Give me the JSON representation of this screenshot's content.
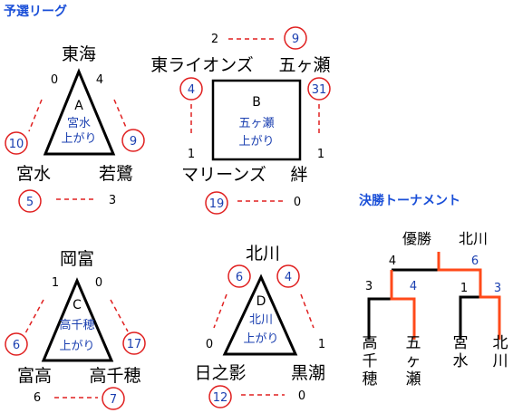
{
  "header": {
    "league_title": "予選リーグ",
    "tournament_title": "決勝トーナメント"
  },
  "colors": {
    "accent_blue": "#1a4fd8",
    "circle_red": "#e02020",
    "bracket_red": "#ff4a1a",
    "dash_red": "#e02020"
  },
  "groups": {
    "a": {
      "label": "A",
      "winner": [
        "宮水",
        "上がり"
      ],
      "teams": {
        "top": "東海",
        "bottom_left": "宮水",
        "bottom_right": "若鷺"
      },
      "scores": {
        "top_left": "0",
        "top_right": "4",
        "left": "10",
        "right": "9",
        "bottom_left": "5",
        "bottom_right": "3"
      }
    },
    "b": {
      "label": "B",
      "winner": [
        "五ヶ瀬",
        "上がり"
      ],
      "teams": {
        "top_left": "東ライオンズ",
        "top_right": "五ヶ瀬",
        "bottom_left": "マリーンズ",
        "bottom_right": "絆"
      },
      "scores": {
        "top_left": "2",
        "top_right": "9",
        "left_top": "4",
        "left_bottom": "1",
        "right_top": "31",
        "right_bottom": "1",
        "bottom_left": "19",
        "bottom_right": "0"
      }
    },
    "c": {
      "label": "C",
      "winner": [
        "高千穂",
        "上がり"
      ],
      "teams": {
        "top": "岡富",
        "bottom_left": "富高",
        "bottom_right": "高千穂"
      },
      "scores": {
        "top_left": "1",
        "top_right": "0",
        "left": "6",
        "right": "17",
        "bottom_left": "6",
        "bottom_right": "7"
      }
    },
    "d": {
      "label": "D",
      "winner": [
        "北川",
        "上がり"
      ],
      "teams": {
        "top": "北川",
        "bottom_left": "日之影",
        "bottom_right": "黒潮"
      },
      "scores": {
        "top_left": "6",
        "top_right": "4",
        "left": "0",
        "right": "1",
        "bottom_left": "12",
        "bottom_right": "0"
      }
    }
  },
  "tournament": {
    "champion_label": "優勝",
    "champion": "北川",
    "final": {
      "left_score": "4",
      "right_score": "6"
    },
    "semi_left": {
      "left_score": "3",
      "right_score": "4"
    },
    "semi_right": {
      "left_score": "1",
      "right_score": "3"
    },
    "teams": [
      {
        "chars": [
          "高",
          "千",
          "穂"
        ]
      },
      {
        "chars": [
          "五",
          "ヶ",
          "瀬"
        ]
      },
      {
        "chars": [
          "宮",
          "水"
        ]
      },
      {
        "chars": [
          "北",
          "川"
        ]
      }
    ]
  }
}
